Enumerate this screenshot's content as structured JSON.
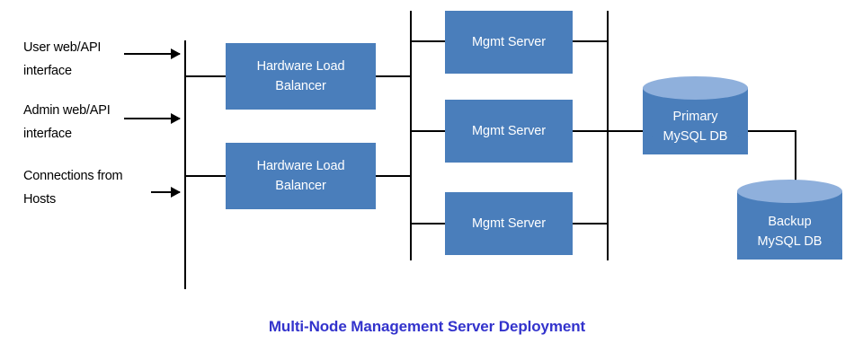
{
  "diagram": {
    "caption": "Multi-Node Management Server Deployment",
    "caption_color": "#3333cc",
    "box_color": "#4a7ebb",
    "cylinder_top_color": "#8fb0dc",
    "line_color": "#000000",
    "background_color": "#ffffff",
    "inputs": [
      {
        "label": "User web/API\ninterface"
      },
      {
        "label": "Admin web/API\ninterface"
      },
      {
        "label": "Connections from\nHosts"
      }
    ],
    "load_balancers": [
      {
        "label": "Hardware Load\nBalancer"
      },
      {
        "label": "Hardware Load\nBalancer"
      }
    ],
    "mgmt_servers": [
      {
        "label": "Mgmt Server"
      },
      {
        "label": "Mgmt Server"
      },
      {
        "label": "Mgmt Server"
      }
    ],
    "databases": [
      {
        "label": "Primary\nMySQL DB"
      },
      {
        "label": "Backup\nMySQL DB"
      }
    ]
  }
}
